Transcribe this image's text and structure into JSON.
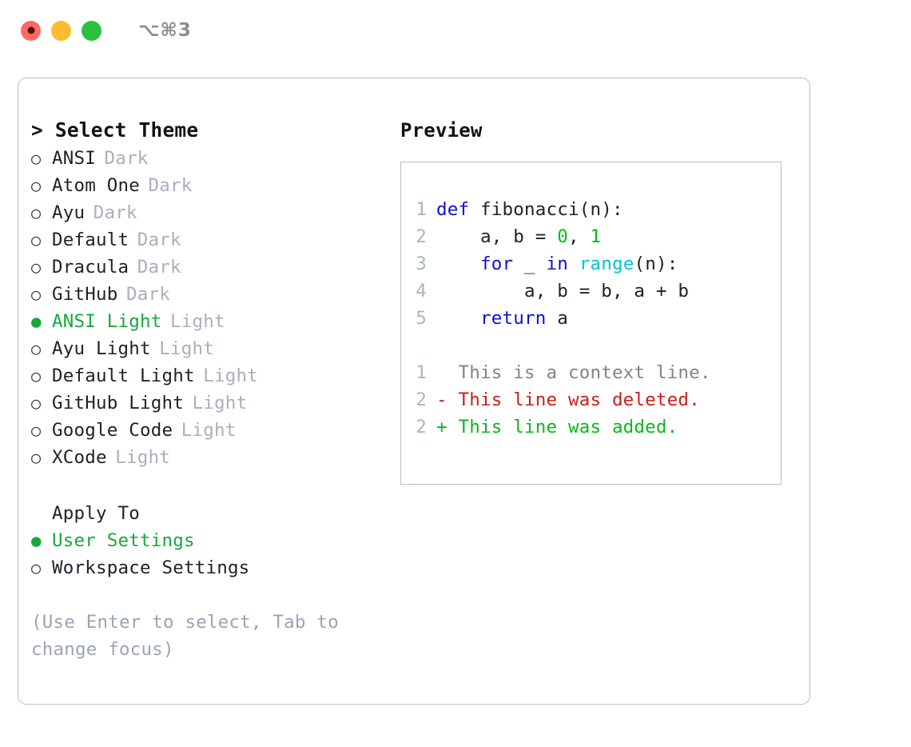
{
  "window": {
    "shortcut": "⌥⌘3",
    "traffic_lights": [
      {
        "name": "close",
        "color": "#fb6a61"
      },
      {
        "name": "minimize",
        "color": "#fbbd2e"
      },
      {
        "name": "maximize",
        "color": "#2ac13f"
      }
    ]
  },
  "picker": {
    "title": "> Select Theme",
    "bullet_selected": "●",
    "bullet_unselected": "○",
    "themes": [
      {
        "name": "ANSI",
        "kind": "Dark",
        "selected": false
      },
      {
        "name": "Atom One",
        "kind": "Dark",
        "selected": false
      },
      {
        "name": "Ayu",
        "kind": "Dark",
        "selected": false
      },
      {
        "name": "Default",
        "kind": "Dark",
        "selected": false
      },
      {
        "name": "Dracula",
        "kind": "Dark",
        "selected": false
      },
      {
        "name": "GitHub",
        "kind": "Dark",
        "selected": false
      },
      {
        "name": "ANSI Light",
        "kind": "Light",
        "selected": true
      },
      {
        "name": "Ayu Light",
        "kind": "Light",
        "selected": false
      },
      {
        "name": "Default Light",
        "kind": "Light",
        "selected": false
      },
      {
        "name": "GitHub Light",
        "kind": "Light",
        "selected": false
      },
      {
        "name": "Google Code",
        "kind": "Light",
        "selected": false
      },
      {
        "name": "XCode",
        "kind": "Light",
        "selected": false
      }
    ]
  },
  "apply_to": {
    "title": "Apply To",
    "options": [
      {
        "label": "User Settings",
        "selected": true
      },
      {
        "label": "Workspace Settings",
        "selected": false
      }
    ]
  },
  "hint": "(Use Enter to select, Tab to change focus)",
  "preview": {
    "title": "Preview",
    "code_lines": [
      {
        "no": "1",
        "tokens": [
          {
            "t": "def",
            "c": "kw"
          },
          {
            "t": " fibonacci",
            "c": "plain"
          },
          {
            "t": "(n):",
            "c": "plain"
          }
        ]
      },
      {
        "no": "2",
        "tokens": [
          {
            "t": "    a, b = ",
            "c": "plain"
          },
          {
            "t": "0",
            "c": "num"
          },
          {
            "t": ", ",
            "c": "plain"
          },
          {
            "t": "1",
            "c": "num"
          }
        ]
      },
      {
        "no": "3",
        "tokens": [
          {
            "t": "    ",
            "c": "plain"
          },
          {
            "t": "for",
            "c": "kw"
          },
          {
            "t": " _ ",
            "c": "plain"
          },
          {
            "t": "in",
            "c": "kw"
          },
          {
            "t": " ",
            "c": "plain"
          },
          {
            "t": "range",
            "c": "fn"
          },
          {
            "t": "(n):",
            "c": "plain"
          }
        ]
      },
      {
        "no": "4",
        "tokens": [
          {
            "t": "        a, b = b, a + b",
            "c": "plain"
          }
        ]
      },
      {
        "no": "5",
        "tokens": [
          {
            "t": "    ",
            "c": "plain"
          },
          {
            "t": "return",
            "c": "kw"
          },
          {
            "t": " a",
            "c": "plain"
          }
        ]
      }
    ],
    "diff_lines": [
      {
        "no": "1",
        "text": "  This is a context line.",
        "kind": "ctx"
      },
      {
        "no": "2",
        "text": "- This line was deleted.",
        "kind": "del"
      },
      {
        "no": "2",
        "text": "+ This line was added.",
        "kind": "add"
      }
    ]
  },
  "colors": {
    "accent_green": "#18a83b",
    "keyword_blue": "#0d10d4",
    "function_cyan": "#00c6d2",
    "number_green": "#00bf18",
    "diff_delete_red": "#cc1f16",
    "diff_add_green": "#0ab81c",
    "muted_gray": "#a8b0bd",
    "border_gray": "#b6bdc9"
  }
}
